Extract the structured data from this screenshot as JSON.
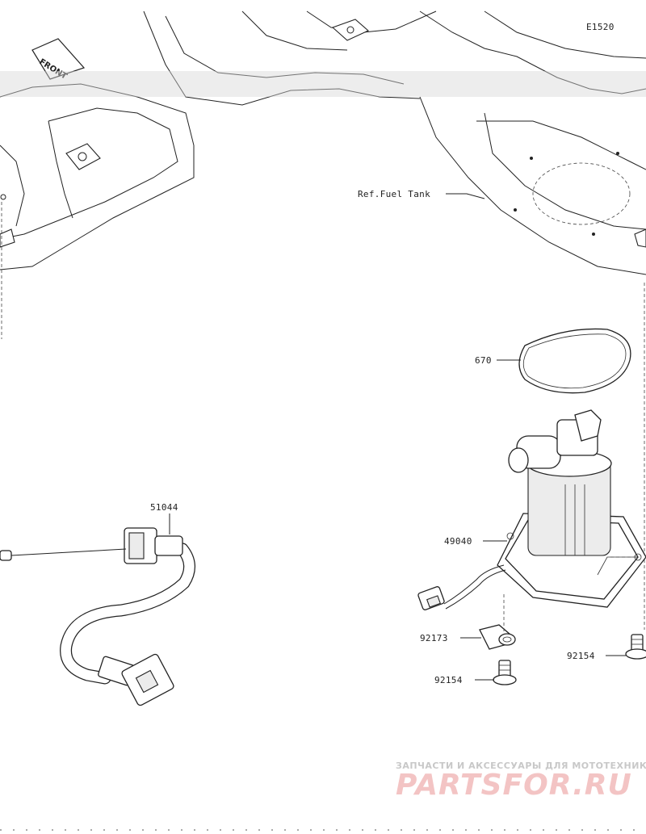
{
  "diagram_code": "E1520",
  "front_marker": "FRONT",
  "reference_label": "Ref.Fuel Tank",
  "parts": {
    "o_ring": "670",
    "hose": "51044",
    "pump": "49040",
    "plate": "92173",
    "bolt_left": "92154",
    "bolt_right": "92154"
  },
  "watermark": {
    "line1": "ЗАПЧАСТИ И АКСЕССУАРЫ ДЛЯ МОТОТЕХНИКИ",
    "line2": "PARTSFOR.RU"
  }
}
